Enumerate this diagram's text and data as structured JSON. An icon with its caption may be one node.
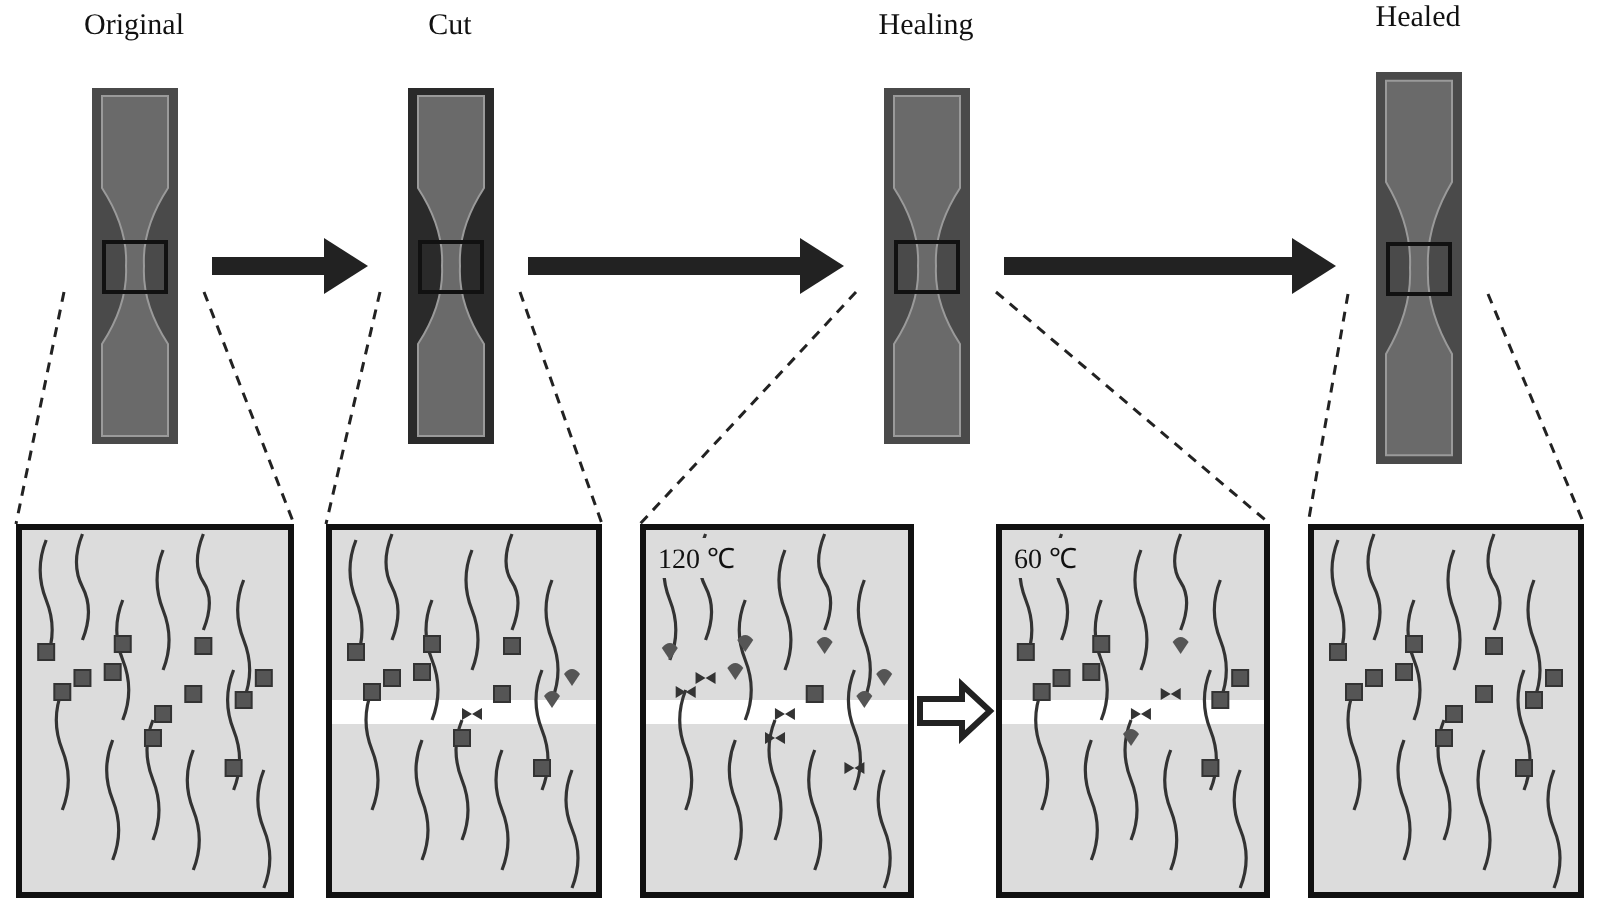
{
  "diagram": {
    "nodes": [
      {
        "text": [
          "Original"
        ]
      },
      {
        "text": [
          "Cut"
        ]
      },
      {
        "text": [
          "Healing"
        ]
      },
      {
        "text": [
          "Healed"
        ]
      },
      {
        "text": [],
        "shape": "picture"
      },
      {
        "text": [],
        "shape": "picture"
      },
      {
        "text": [
          "120 ℃"
        ]
      },
      {
        "text": [
          "60 ℃"
        ]
      },
      {
        "text": [],
        "shape": "picture"
      }
    ],
    "edges": [
      {
        "from": 0,
        "to": 1,
        "arrow": "to",
        "style": "thick"
      },
      {
        "from": 1,
        "to": 2,
        "arrow": "to",
        "style": "thick"
      },
      {
        "from": 2,
        "to": 3,
        "arrow": "to",
        "style": "thick"
      },
      {
        "from": 0,
        "to": 4,
        "arrow": "none",
        "style": "dashed"
      },
      {
        "from": 0,
        "to": 4,
        "arrow": "none",
        "style": "dashed"
      },
      {
        "from": 1,
        "to": 5,
        "arrow": "none",
        "style": "dashed"
      },
      {
        "from": 1,
        "to": 5,
        "arrow": "none",
        "style": "dashed"
      },
      {
        "from": 2,
        "to": 6,
        "arrow": "none",
        "style": "dashed"
      },
      {
        "from": 2,
        "to": 7,
        "arrow": "none",
        "style": "dashed"
      },
      {
        "from": 3,
        "to": 8,
        "arrow": "none",
        "style": "dashed"
      },
      {
        "from": 3,
        "to": 8,
        "arrow": "none",
        "style": "dashed"
      },
      {
        "from": 6,
        "to": 7,
        "arrow": "to"
      }
    ]
  }
}
